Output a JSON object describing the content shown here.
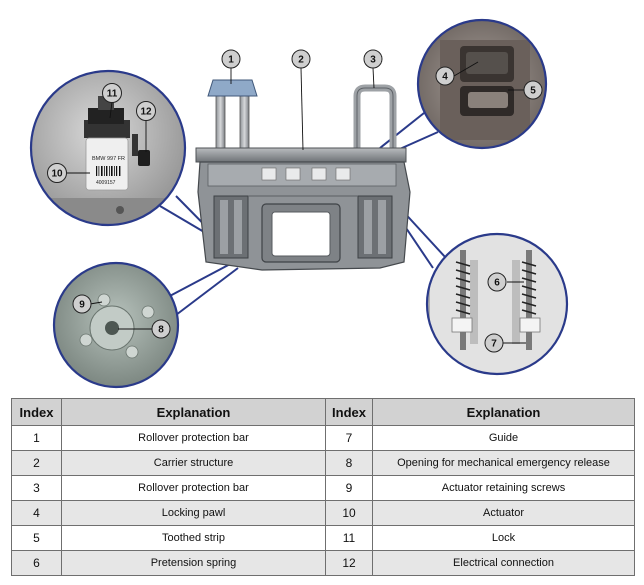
{
  "figure": {
    "callouts": [
      "1",
      "2",
      "3",
      "4",
      "5",
      "6",
      "7",
      "8",
      "9",
      "10",
      "11",
      "12"
    ],
    "part_number_text": [
      "BMW 997 FR",
      "4009157"
    ]
  },
  "table": {
    "headers": [
      "Index",
      "Explanation",
      "Index",
      "Explanation"
    ],
    "rows": [
      {
        "left_index": "1",
        "left_text": "Rollover protection bar",
        "right_index": "7",
        "right_text": "Guide"
      },
      {
        "left_index": "2",
        "left_text": "Carrier structure",
        "right_index": "8",
        "right_text": "Opening for mechanical emergency release"
      },
      {
        "left_index": "3",
        "left_text": "Rollover protection bar",
        "right_index": "9",
        "right_text": "Actuator retaining screws"
      },
      {
        "left_index": "4",
        "left_text": "Locking pawl",
        "right_index": "10",
        "right_text": "Actuator"
      },
      {
        "left_index": "5",
        "left_text": "Toothed strip",
        "right_index": "11",
        "right_text": "Lock"
      },
      {
        "left_index": "6",
        "left_text": "Pretension spring",
        "right_index": "12",
        "right_text": "Electrical connection"
      }
    ]
  }
}
